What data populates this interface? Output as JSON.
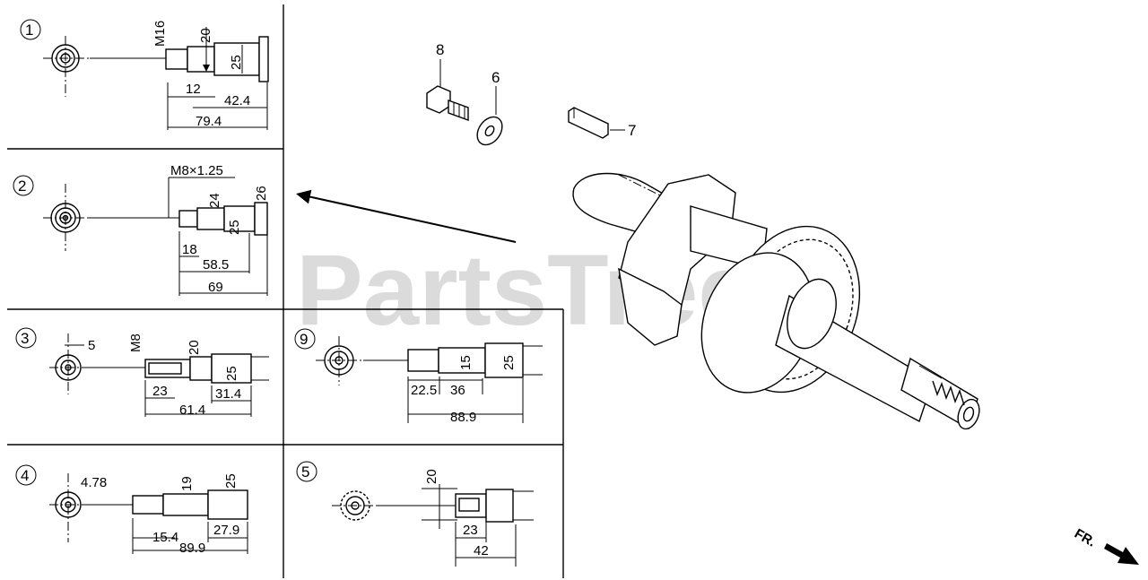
{
  "watermark": "PartsTree",
  "direction_label": "FR.",
  "callouts": {
    "p8": "8",
    "p6": "6",
    "p7": "7"
  },
  "panels": {
    "p1": {
      "num": "1",
      "d1": "M16",
      "d2": "20",
      "d3": "25",
      "d4": "12",
      "d5": "42.4",
      "d6": "79.4"
    },
    "p2": {
      "num": "2",
      "d1": "M8×1.25",
      "d2": "24",
      "d3": "26",
      "d4": "25",
      "d5": "18",
      "d6": "58.5",
      "d7": "69"
    },
    "p3": {
      "num": "3",
      "d1": "5",
      "d2": "M8",
      "d3": "20",
      "d4": "25",
      "d5": "23",
      "d6": "31.4",
      "d7": "61.4"
    },
    "p9": {
      "num": "9",
      "d1": "15",
      "d2": "25",
      "d3": "22.5",
      "d4": "36",
      "d5": "88.9"
    },
    "p4": {
      "num": "4",
      "d1": "4.78",
      "d2": "19",
      "d3": "25",
      "d4": "15.4",
      "d5": "27.9",
      "d6": "89.9"
    },
    "p5": {
      "num": "5",
      "d1": "20",
      "d2": "23",
      "d3": "42"
    }
  }
}
